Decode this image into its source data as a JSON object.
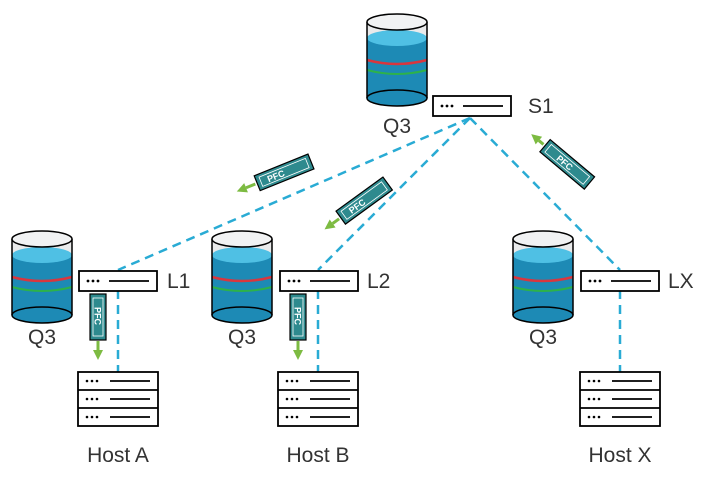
{
  "colors": {
    "link": "#29ABD4",
    "queue_fill": "#1D8AB5",
    "queue_light": "#4FC0E4",
    "queue_body": "#e9eaeb",
    "threshold_red": "#D9363E",
    "threshold_green": "#2DB24A",
    "pfc_fill": "#2E8A8E",
    "pfc_arrow": "#7DBB42",
    "outline": "#000000"
  },
  "spine": {
    "label": "S1",
    "queue_label": "Q3"
  },
  "leaves": [
    {
      "label": "L1",
      "queue_label": "Q3",
      "icon": "switch-icon"
    },
    {
      "label": "L2",
      "queue_label": "Q3",
      "icon": "switch-icon"
    },
    {
      "label": "LX",
      "queue_label": "Q3",
      "icon": "switch-icon"
    }
  ],
  "hosts": [
    {
      "label": "Host A",
      "icon": "server-icon"
    },
    {
      "label": "Host B",
      "icon": "server-icon"
    },
    {
      "label": "Host X",
      "icon": "server-icon"
    }
  ],
  "pfc_frames": [
    {
      "text": "PFC",
      "icon": "pfc-frame-icon",
      "direction": "toward L1"
    },
    {
      "text": "PFC",
      "icon": "pfc-frame-icon",
      "direction": "toward L2"
    },
    {
      "text": "PFC",
      "icon": "pfc-frame-icon",
      "direction": "toward S1"
    },
    {
      "text": "PFC",
      "icon": "pfc-frame-icon",
      "direction": "toward Host A"
    },
    {
      "text": "PFC",
      "icon": "pfc-frame-icon",
      "direction": "toward Host B"
    }
  ]
}
